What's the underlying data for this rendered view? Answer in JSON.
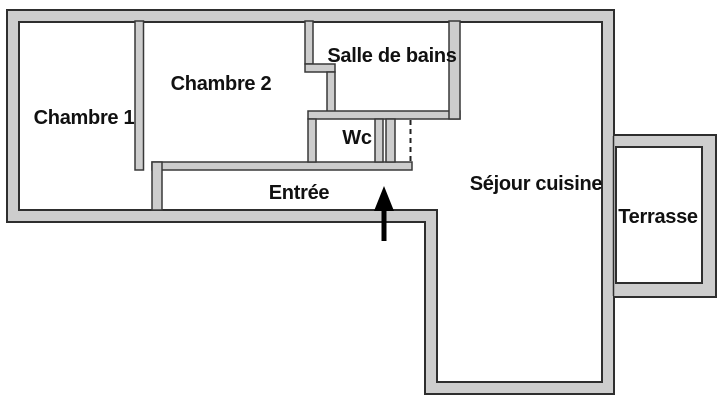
{
  "floorplan": {
    "type": "apartment-floor-plan",
    "rooms": {
      "chambre1": {
        "label": "Chambre 1"
      },
      "chambre2": {
        "label": "Chambre 2"
      },
      "salle_de_bains": {
        "label": "Salle de bains"
      },
      "wc": {
        "label": "Wc"
      },
      "entree": {
        "label": "Entrée"
      },
      "sejour_cuisine": {
        "label": "Séjour cuisine"
      },
      "terrasse": {
        "label": "Terrasse"
      }
    },
    "icons": {
      "entrance_arrow": "arrow-up"
    },
    "colors": {
      "background": "#ffffff",
      "wall_fill": "#cdcdcd",
      "wall_outline": "#2e2e2e",
      "label_text": "#111111",
      "arrow": "#000000"
    }
  }
}
